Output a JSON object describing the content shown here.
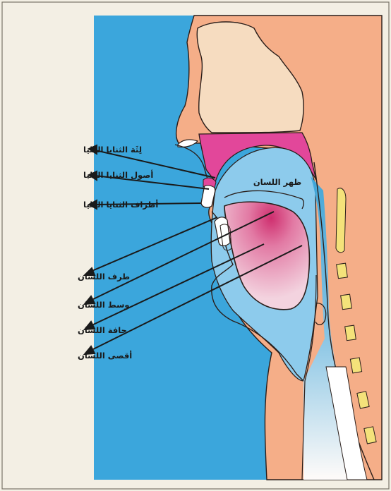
{
  "labels": {
    "upper_incisors_gum": "لِثَة الثنايا العليا",
    "upper_incisors_roots": "أصول الثنايا العليا",
    "upper_incisors_tips": "أطراف الثنايا العليا",
    "tongue_back": "ظهر اللسان",
    "tongue_tip": "طرف اللسان",
    "tongue_middle": "وسط اللسان",
    "tongue_edge": "حافة اللسان",
    "tongue_rear": "أقصى اللسان"
  },
  "colors": {
    "frame": "#f3efe4",
    "blue": "#3ba6dc",
    "light_blue": "#a9d8f0",
    "peach": "#f5ae88",
    "bone": "#f6dcc0",
    "palate_pink": "#e2479a",
    "tongue_pink": "#f0c9d9",
    "tongue_magenta": "#cf2f6f",
    "vertebra_yellow": "#f4e27a"
  }
}
